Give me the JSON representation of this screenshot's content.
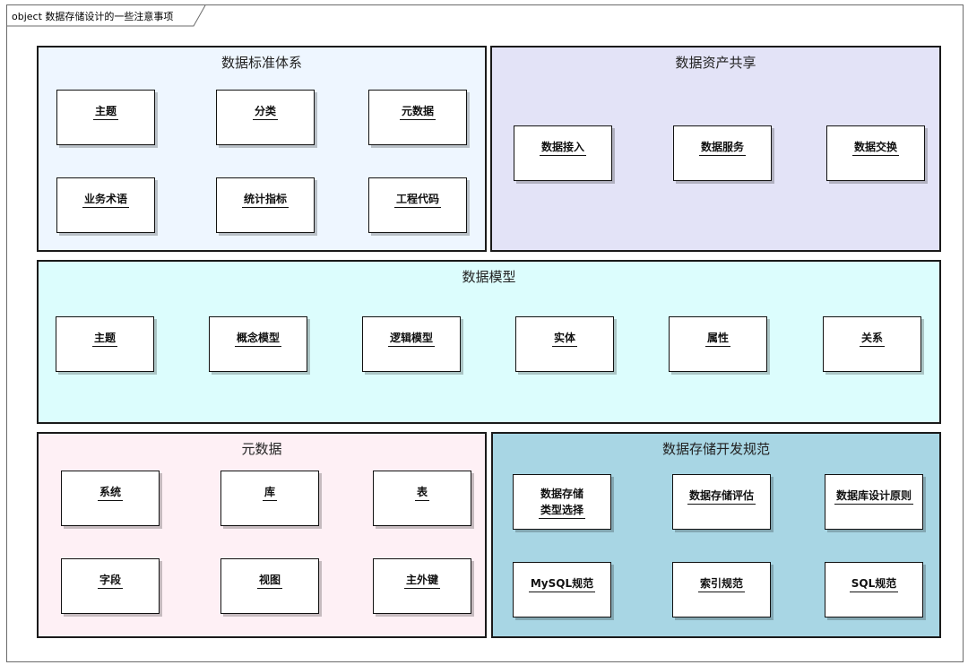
{
  "frame": {
    "title": "object 数据存储设计的一些注意事项"
  },
  "packages": {
    "standards": {
      "title": "数据标准体系",
      "fill": "#eef6ff",
      "nodes": [
        "主题",
        "分类",
        "元数据",
        "业务术语",
        "统计指标",
        "工程代码"
      ]
    },
    "sharing": {
      "title": "数据资产共享",
      "fill": "#e3e3f7",
      "nodes": [
        "数据接入",
        "数据服务",
        "数据交换"
      ]
    },
    "model": {
      "title": "数据模型",
      "fill": "#dcfdfd",
      "nodes": [
        "主题",
        "概念模型",
        "逻辑模型",
        "实体",
        "属性",
        "关系"
      ]
    },
    "metadata": {
      "title": "元数据",
      "fill": "#fef0f5",
      "nodes": [
        "系统",
        "库",
        "表",
        "字段",
        "视图",
        "主外键"
      ]
    },
    "devspec": {
      "title": "数据存储开发规范",
      "fill": "#a8d6e4",
      "nodes": [
        "数据存储类型选择",
        "数据存储评估",
        "数据库设计原则",
        "MySQL规范",
        "索引规范",
        "SQL规范"
      ]
    }
  }
}
